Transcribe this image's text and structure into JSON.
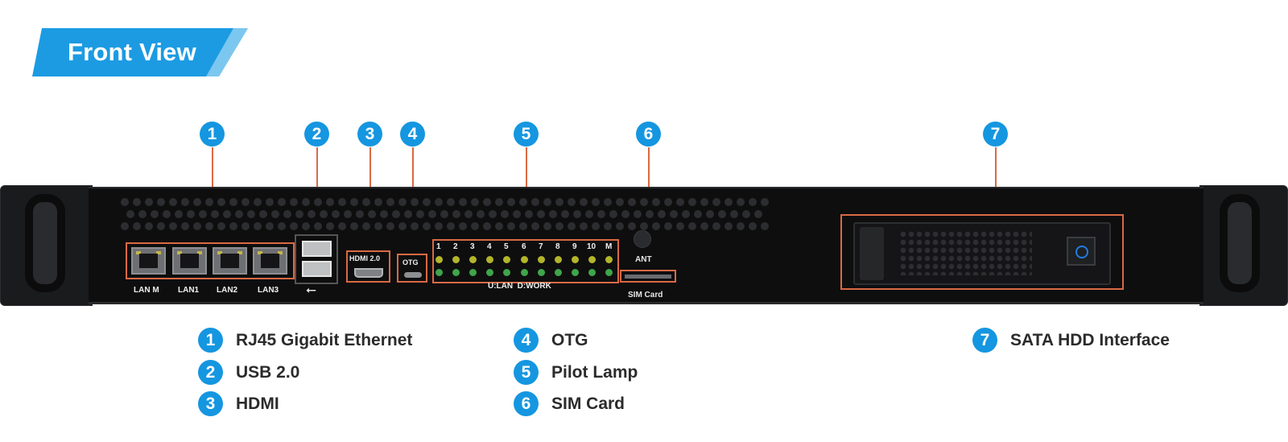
{
  "header": {
    "title": "Front View"
  },
  "callouts": [
    "1",
    "2",
    "3",
    "4",
    "5",
    "6",
    "7"
  ],
  "panel": {
    "lan_labels": [
      "LAN M",
      "LAN1",
      "LAN2",
      "LAN3"
    ],
    "hdmi_label": "HDMI 2.0",
    "otg_label": "OTG",
    "led_numbers": [
      "1",
      "2",
      "3",
      "4",
      "5",
      "6",
      "7",
      "8",
      "9",
      "10",
      "M"
    ],
    "led_caption": "U:LAN  D:WORK",
    "ant_label": "ANT",
    "sim_label": "SIM Card"
  },
  "legend": [
    {
      "num": "1",
      "text": "RJ45 Gigabit Ethernet"
    },
    {
      "num": "2",
      "text": "USB 2.0"
    },
    {
      "num": "3",
      "text": "HDMI"
    },
    {
      "num": "4",
      "text": "OTG"
    },
    {
      "num": "5",
      "text": "Pilot Lamp"
    },
    {
      "num": "6",
      "text": "SIM Card"
    },
    {
      "num": "7",
      "text": "SATA HDD Interface"
    }
  ],
  "colors": {
    "accent": "#1596e0",
    "callout_line": "#d96a44"
  }
}
